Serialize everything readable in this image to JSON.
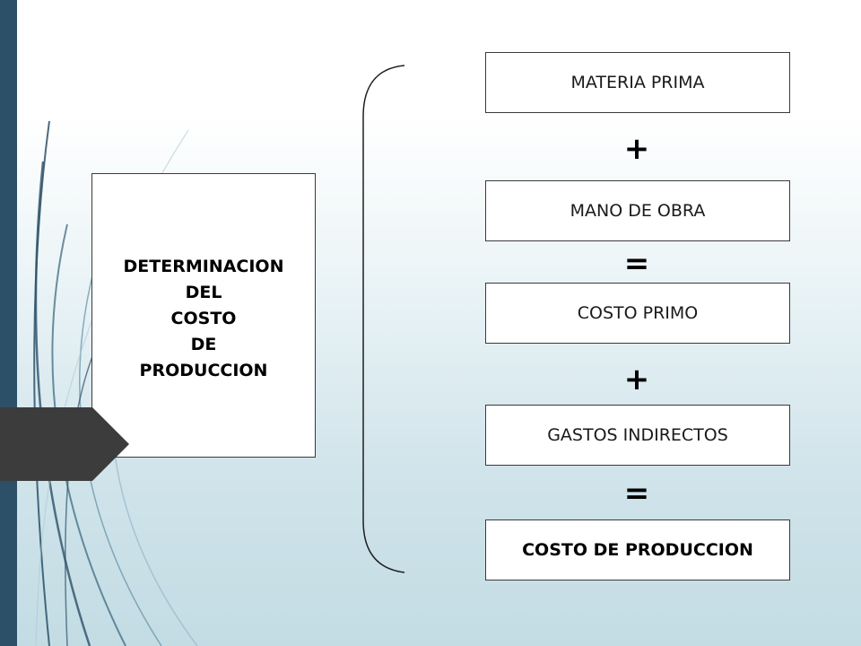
{
  "main": {
    "title_lines": [
      "DETERMINACION",
      "DEL",
      "COSTO",
      "DE",
      "PRODUCCION"
    ]
  },
  "steps": [
    {
      "label": "MATERIA PRIMA"
    },
    {
      "label": "MANO DE OBRA"
    },
    {
      "label": "COSTO PRIMO"
    },
    {
      "label": "GASTOS INDIRECTOS"
    },
    {
      "label": "COSTO DE PRODUCCION"
    }
  ],
  "operators": [
    "+",
    "=",
    "+",
    "="
  ],
  "colors": {
    "sidebar": "#2c5068",
    "tab": "#3c3c3c",
    "box_border": "#3a3a3a"
  }
}
